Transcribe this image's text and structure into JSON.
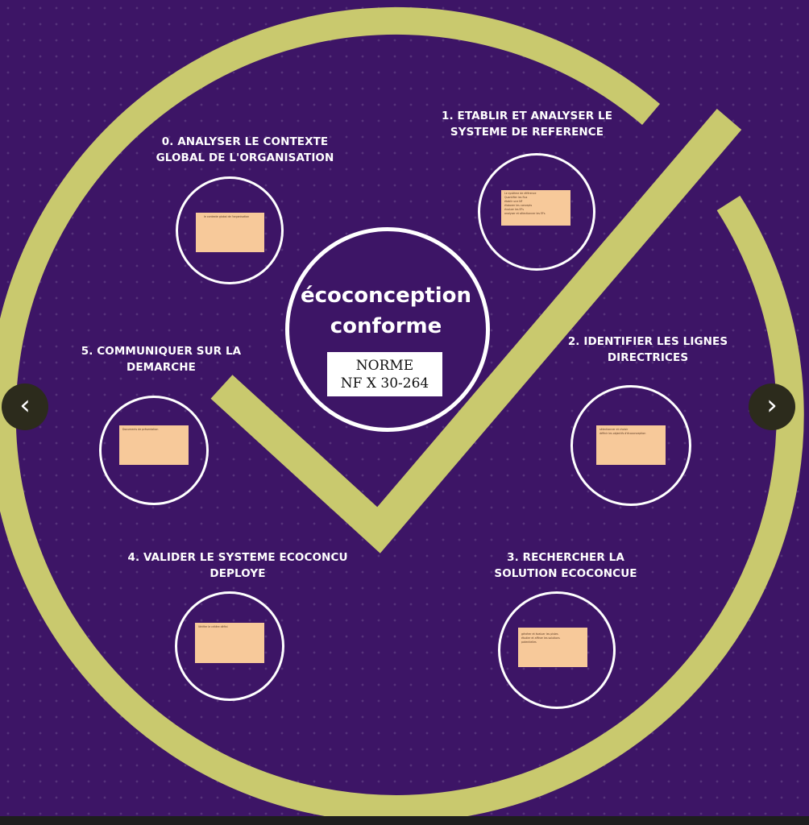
{
  "colors": {
    "background": "#3d1566",
    "accent": "#c9c96e",
    "note": "#f7c99a",
    "ring": "#ffffff"
  },
  "center": {
    "title_line1": "écoconception",
    "title_line2": "conforme",
    "norm_line1": "NORME",
    "norm_line2": "NF X 30-264"
  },
  "steps": [
    {
      "title_line1": "0. ANALYSER LE CONTEXTE",
      "title_line2": "GLOBAL DE L'ORGANISATION",
      "note_lines": [
        "le contexte global de l'organisation"
      ]
    },
    {
      "title_line1": "1. ETABLIR  ET ANALYSER LE",
      "title_line2": "SYSTEME DE REFERENCE",
      "note_lines": [
        "Le système de référence",
        "Quantifier les flux",
        "établir une NF",
        "élaborer les concepts",
        "évaluer les EFs",
        "analyser et sélectionner les EFs"
      ]
    },
    {
      "title_line1": "2. IDENTIFIER LES LIGNES",
      "title_line2": "DIRECTRICES",
      "note_lines": [
        "sélectionner et choisir",
        "définir les objectifs d'écoconception"
      ]
    },
    {
      "title_line1": "3. RECHERCHER LA",
      "title_line2": "SOLUTION ECOCONCUE",
      "note_lines": [
        "générer et évaluer les pistes",
        "étudier et affiner les solutions",
        "potentielles"
      ]
    },
    {
      "title_line1": "4. VALIDER LE SYSTEME ECOCONCU",
      "title_line2": "DEPLOYE",
      "note_lines": [
        "Vérifier le critère défini"
      ]
    },
    {
      "title_line1": "5. COMMUNIQUER SUR LA",
      "title_line2": "DEMARCHE",
      "note_lines": [
        "Documents de présentation"
      ]
    }
  ],
  "nav": {
    "prev_label": "‹",
    "next_label": "›",
    "prev_icon": "chevron-left-icon",
    "next_icon": "chevron-right-icon"
  }
}
